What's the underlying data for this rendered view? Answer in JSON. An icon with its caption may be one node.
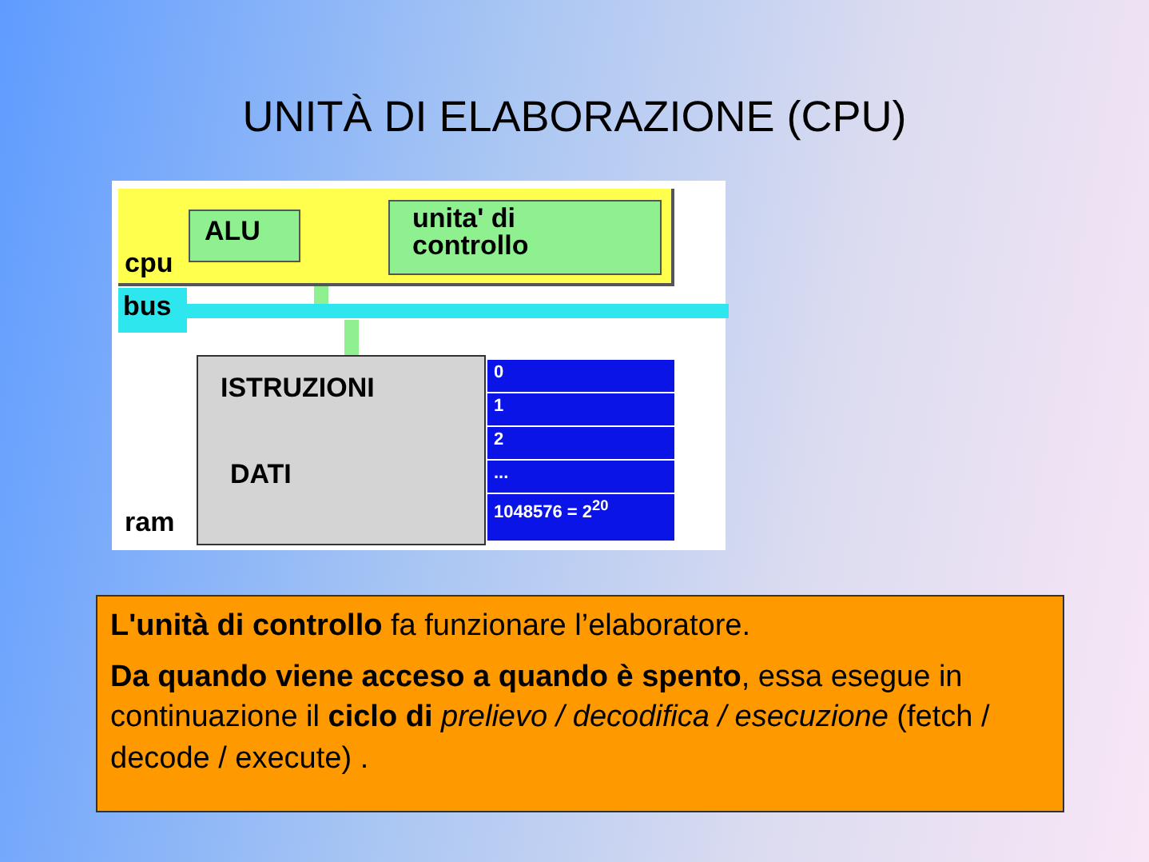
{
  "diagram": {
    "title": "UNITÀ DI ELABORAZIONE (CPU)",
    "nodes": [
      {
        "text": [
          "cpu"
        ]
      },
      {
        "text": [
          "ALU"
        ],
        "in": 0
      },
      {
        "text": [
          "unita' di controllo"
        ],
        "in": 0
      },
      {
        "text": [
          "bus"
        ]
      },
      {
        "text": [
          "ISTRUZIONI",
          "DATI"
        ],
        "beside": [
          "ram"
        ]
      },
      {
        "text": [
          "0"
        ]
      },
      {
        "text": [
          "1"
        ]
      },
      {
        "text": [
          "2"
        ]
      },
      {
        "text": [
          "..."
        ]
      },
      {
        "text": [
          "1048576 = 2$^{20}$"
        ]
      },
      {
        "text": [
          "**L'unità di controllo** fa funzionare l’elaboratore.",
          "**Da quando viene acceso a quando è spento**, essa esegue in continuazione il **ciclo di** *prelievo / decodifica / esecuzione* (fetch / decode / execute) ."
        ]
      }
    ],
    "edges": [
      {
        "from": 0,
        "to": 3,
        "arrow": "none"
      },
      {
        "from": 3,
        "to": 4,
        "arrow": "none"
      }
    ]
  }
}
